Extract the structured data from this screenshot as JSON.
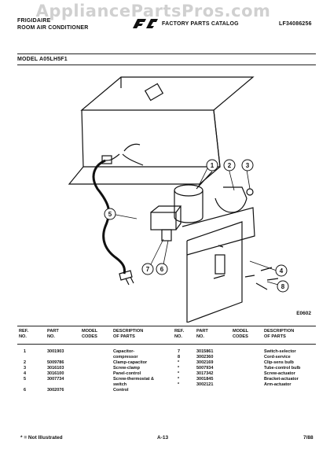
{
  "header": {
    "watermark": "AppliancePartsPros.com",
    "brand_line1": "FRIGIDAIRE",
    "brand_line2": "ROOM AIR CONDITIONER",
    "catalog_title": "FACTORY PARTS CATALOG",
    "catalog_code": "LF34086256",
    "model_line": "MODEL A05LH5F1"
  },
  "diagram": {
    "callouts": [
      "1",
      "2",
      "3",
      "4",
      "5",
      "6",
      "7",
      "8"
    ],
    "figure_code": "E0602"
  },
  "table": {
    "columns_left": [
      "REF.\nNO.",
      "PART\nNO.",
      "MODEL\nCODES",
      "DESCRIPTION\nOF PARTS"
    ],
    "columns_right": [
      "REF.\nNO.",
      "PART\nNO.",
      "MODEL\nCODES",
      "DESCRIPTION\nOF PARTS"
    ],
    "rows_left": [
      {
        "ref": "1",
        "part": "3001903",
        "code": "",
        "desc": "Capacitor-\ncompressor"
      },
      {
        "ref": "2",
        "part": "5009786",
        "code": "",
        "desc": "Clamp-capacitor"
      },
      {
        "ref": "3",
        "part": "3016103",
        "code": "",
        "desc": "Screw-clamp"
      },
      {
        "ref": "4",
        "part": "3016100",
        "code": "",
        "desc": "Panel-control"
      },
      {
        "ref": "5",
        "part": "3007734",
        "code": "",
        "desc": "Screw-thermostat &\nswitch"
      },
      {
        "ref": "6",
        "part": "3002076",
        "code": "",
        "desc": "Control"
      }
    ],
    "rows_right": [
      {
        "ref": "7",
        "part": "3015861",
        "code": "",
        "desc": "Switch-selector"
      },
      {
        "ref": "8",
        "part": "3002360",
        "code": "",
        "desc": "Cord-service"
      },
      {
        "ref": "*",
        "part": "3002169",
        "code": "",
        "desc": "Clip-sens bulb"
      },
      {
        "ref": "*",
        "part": "5007934",
        "code": "",
        "desc": "Tube-control bulb"
      },
      {
        "ref": "*",
        "part": "3017342",
        "code": "",
        "desc": "Screw-actuator"
      },
      {
        "ref": "*",
        "part": "3001845",
        "code": "",
        "desc": "Bracket-actuator"
      },
      {
        "ref": "*",
        "part": "3002121",
        "code": "",
        "desc": "Arm-actuator"
      }
    ]
  },
  "footer": {
    "note": "* = Not Illustrated",
    "page": "A-13",
    "date": "7/88"
  }
}
